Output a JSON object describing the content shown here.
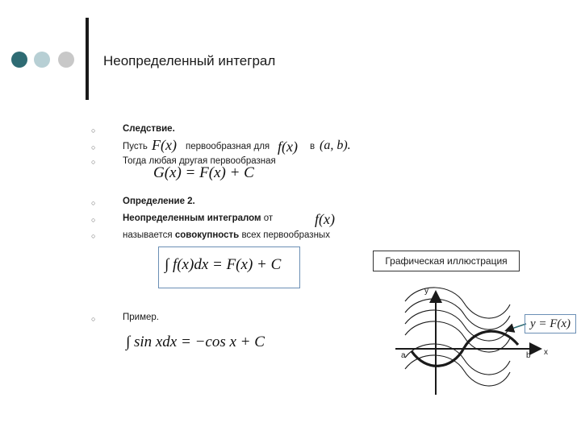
{
  "slide": {
    "title": "Неопределенный интеграл",
    "dot_colors": [
      "#2e6b73",
      "#b7cfd4",
      "#c8c8c8"
    ]
  },
  "corollary": {
    "heading": "Следствие.",
    "line1_a": "Пусть",
    "line1_F": "F(x)",
    "line1_b": "первообразная для",
    "line1_f": "f(x)",
    "line1_c": "в",
    "line1_interval": "(a, b).",
    "line2": "Тогда любая другая первообразная",
    "formula": "G(x) = F(x) + C"
  },
  "definition": {
    "heading": "Определение  2.",
    "line1_bold": "Неопределенным интегралом",
    "line1_rest": " от",
    "line1_f": "f(x)",
    "line2_a": "называется ",
    "line2_bold": "совокупность",
    "line2_b": " всех первообразных",
    "formula": "∫ f(x)dx = F(x) + C"
  },
  "illustration": {
    "caption": "Графическая иллюстрация",
    "y_axis": "y",
    "x_axis": "x",
    "a_label": "a",
    "b_label": "b",
    "curve_label": "y = F(x)"
  },
  "example": {
    "heading": "Пример.",
    "formula": "∫ sin xdx = −cos x + C"
  }
}
